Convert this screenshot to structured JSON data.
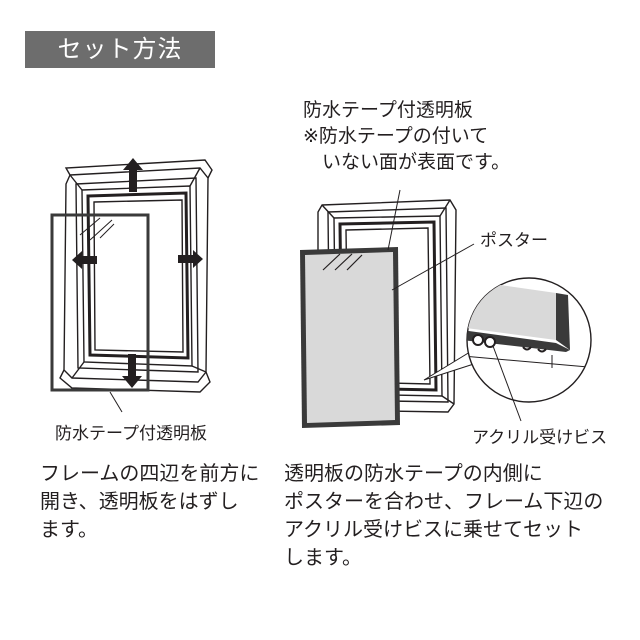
{
  "header": {
    "title": "セット方法"
  },
  "left_panel": {
    "callout": "防水テープ付透明板",
    "instruction_lines": [
      "フレームの四辺を前方に",
      "開き、透明板をはずし",
      "ます。"
    ]
  },
  "right_panel": {
    "top_callout_lines": [
      "防水テープ付透明板",
      "※防水テープの付いて",
      "　いない面が表面です。"
    ],
    "poster_label": "ポスター",
    "screw_label": "アクリル受けビス",
    "instruction_lines": [
      "透明板の防水テープの内側に",
      "ポスターを合わせ、フレーム下辺の",
      "アクリル受けビスに乗せてセット",
      "します。"
    ]
  },
  "colors": {
    "title_bg": "#6d6d6d",
    "title_text": "#ffffff",
    "text": "#231f20",
    "poster_fill": "#d9d9d9",
    "frame_stroke": "#231f20",
    "panel_border": "#3a3a3a"
  }
}
